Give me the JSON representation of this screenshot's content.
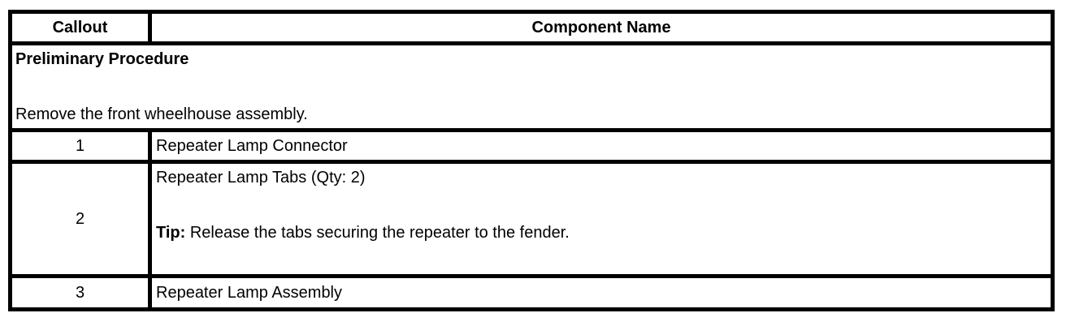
{
  "colors": {
    "text": "#000000",
    "border": "#000000",
    "background": "#ffffff"
  },
  "table": {
    "header": {
      "callout": "Callout",
      "component_name": "Component Name"
    },
    "preliminary": {
      "title": "Preliminary Procedure",
      "step": "Remove the front wheelhouse assembly."
    },
    "rows": [
      {
        "callout": "1",
        "component": "Repeater Lamp Connector"
      },
      {
        "callout": "2",
        "component": "Repeater Lamp Tabs (Qty: 2)",
        "tip_label": "Tip:",
        "tip_text": " Release the tabs securing the repeater to the fender."
      },
      {
        "callout": "3",
        "component": "Repeater Lamp Assembly"
      }
    ]
  }
}
